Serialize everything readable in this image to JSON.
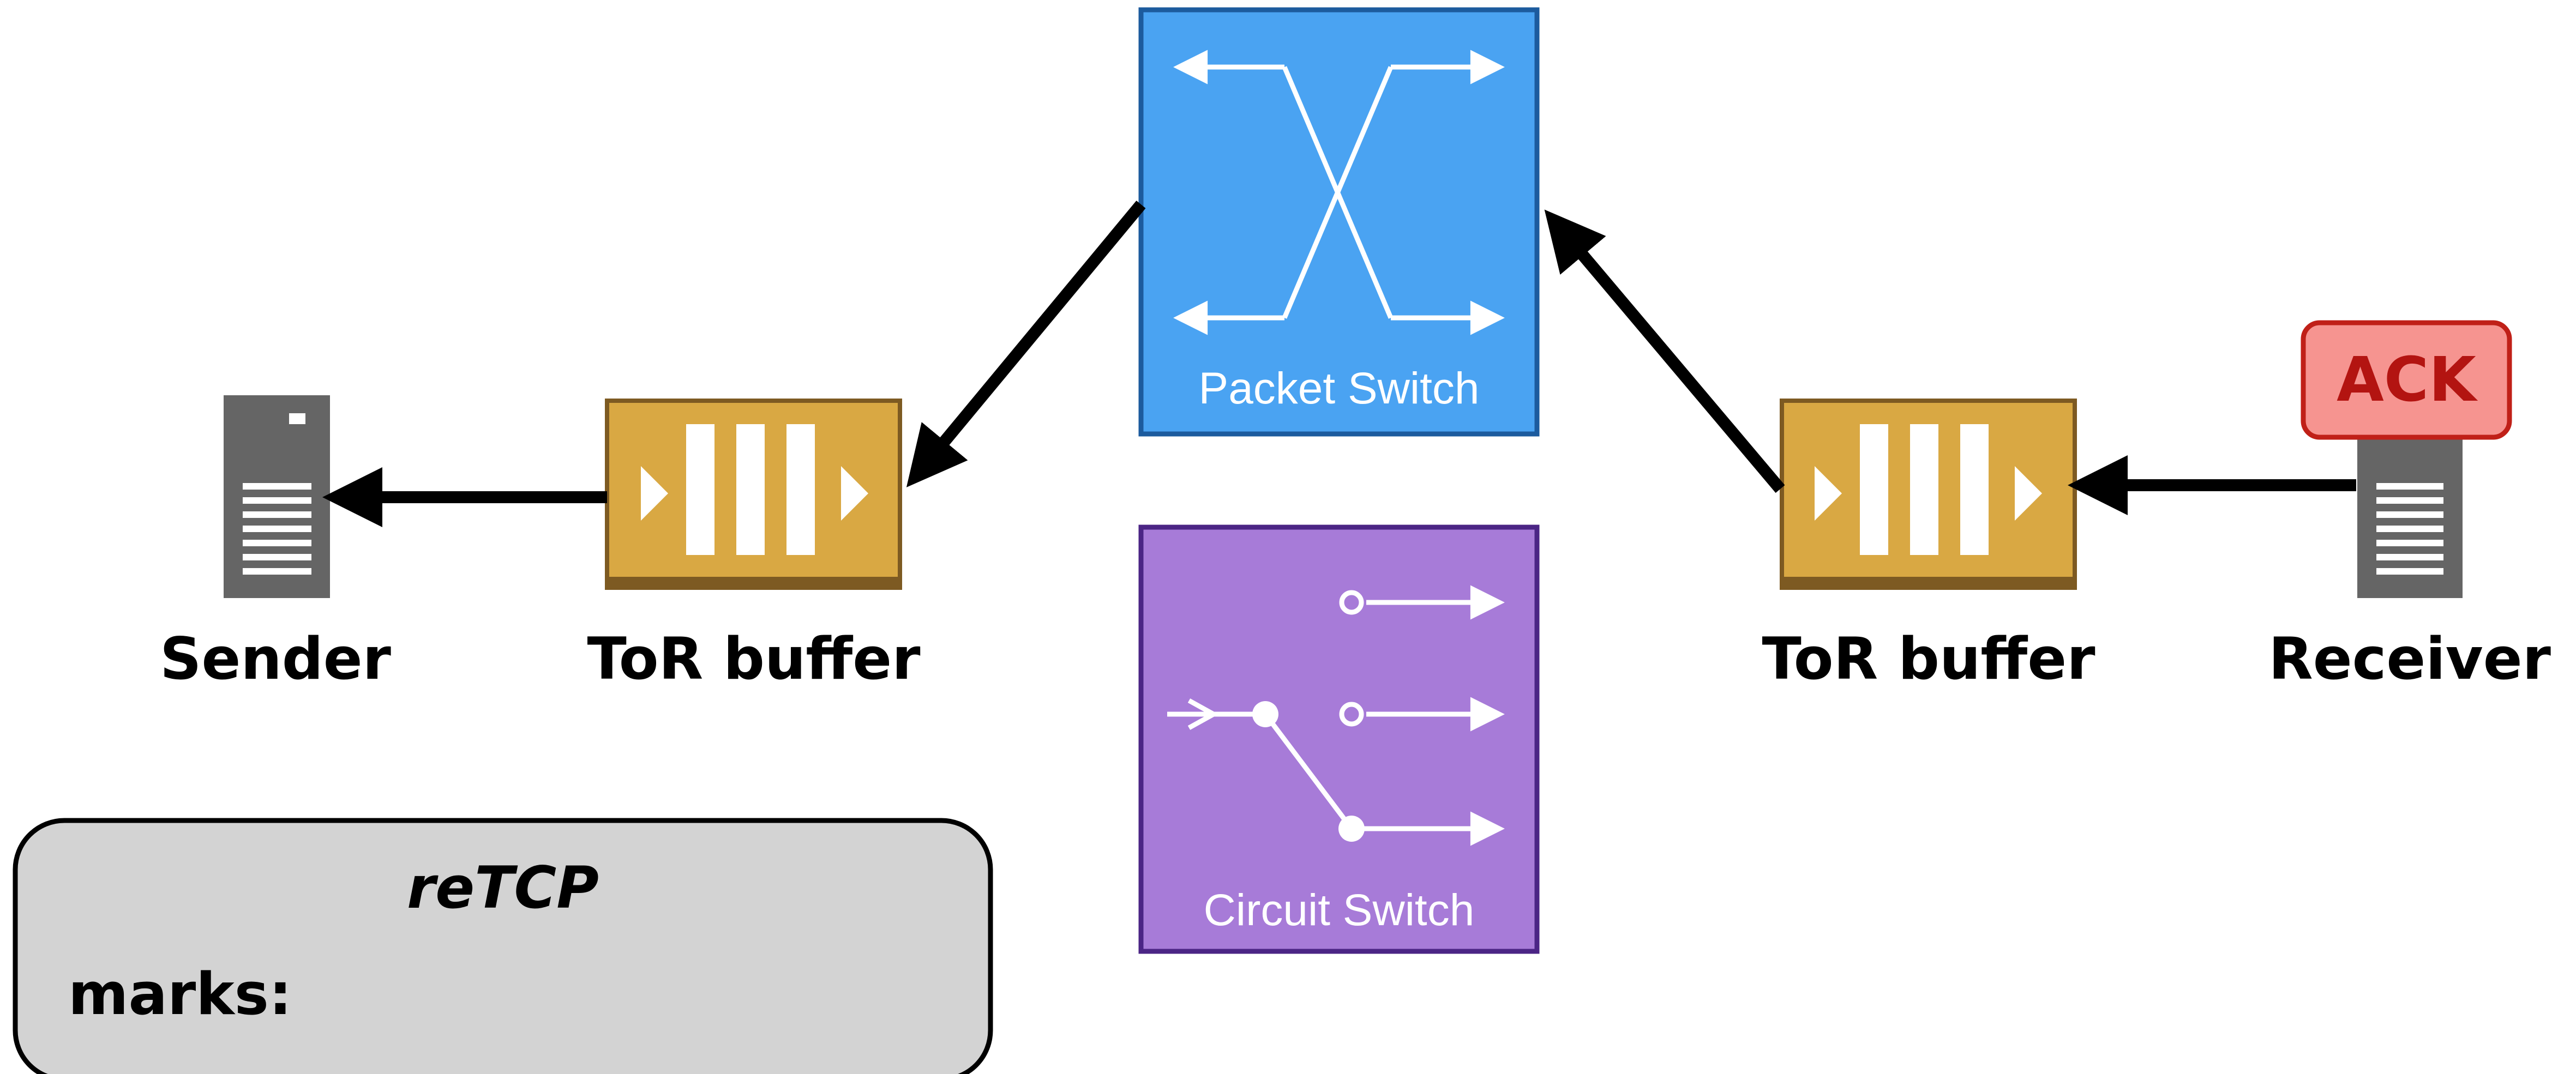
{
  "labels": {
    "sender": "Sender",
    "tor_left": "ToR buffer",
    "tor_right": "ToR buffer",
    "receiver": "Receiver",
    "packet_switch": "Packet Switch",
    "circuit_switch": "Circuit Switch",
    "ack": "ACK"
  },
  "retcp_box": {
    "title": "reTCP",
    "marks_label": "marks:"
  },
  "colors": {
    "packet_switch": "#4aa3f2",
    "packet_switch_border": "#1c5b9e",
    "circuit_switch": "#a77bd8",
    "circuit_switch_border": "#4b2585",
    "tor_buffer": "#d9a843",
    "tor_buffer_border": "#7d5a22",
    "server": "#656565",
    "ack_fill": "#f69490",
    "ack_border": "#c02018",
    "ack_text": "#b31411",
    "retcp_fill": "#d3d3d3",
    "arrow": "#000000"
  }
}
